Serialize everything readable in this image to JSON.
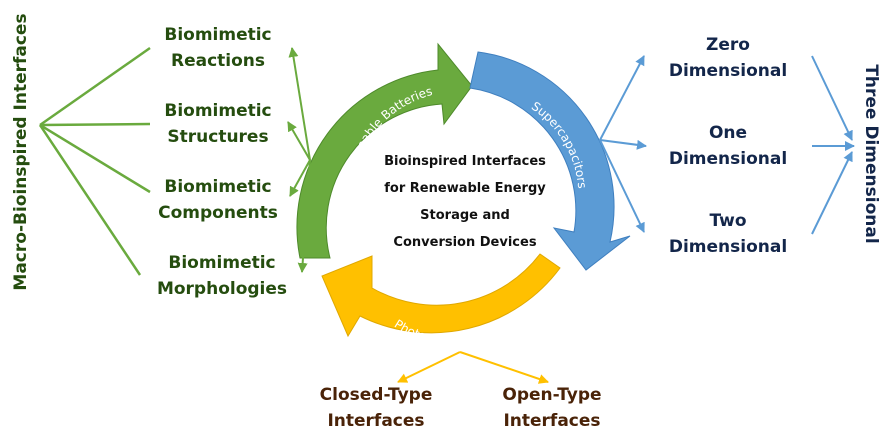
{
  "center": {
    "line1": "Bioinspired Interfaces",
    "line2": "for Renewable Energy",
    "line3": "Storage and",
    "line4": "Conversion Devices"
  },
  "cycle": {
    "green_arrow_label": "Rechargeable Batteries",
    "blue_arrow_label": "Supercapacitors",
    "yellow_arrow_label": "Photoelectrocatalysis"
  },
  "left": {
    "title": "Macro-Bioinspired Interfaces",
    "items": [
      {
        "line1": "Biomimetic",
        "line2": "Reactions"
      },
      {
        "line1": "Biomimetic",
        "line2": "Structures"
      },
      {
        "line1": "Biomimetic",
        "line2": "Components"
      },
      {
        "line1": "Biomimetic",
        "line2": "Morphologies"
      }
    ]
  },
  "right": {
    "title": "Three Dimensional",
    "items": [
      {
        "line1": "Zero",
        "line2": "Dimensional"
      },
      {
        "line1": "One",
        "line2": "Dimensional"
      },
      {
        "line1": "Two",
        "line2": "Dimensional"
      }
    ]
  },
  "bottom": {
    "items": [
      {
        "line1": "Closed-Type",
        "line2": "Interfaces"
      },
      {
        "line1": "Open-Type",
        "line2": "Interfaces"
      }
    ]
  },
  "colors": {
    "green": "#6aaa3e",
    "blue": "#5b9bd5",
    "yellow": "#ffc000"
  }
}
